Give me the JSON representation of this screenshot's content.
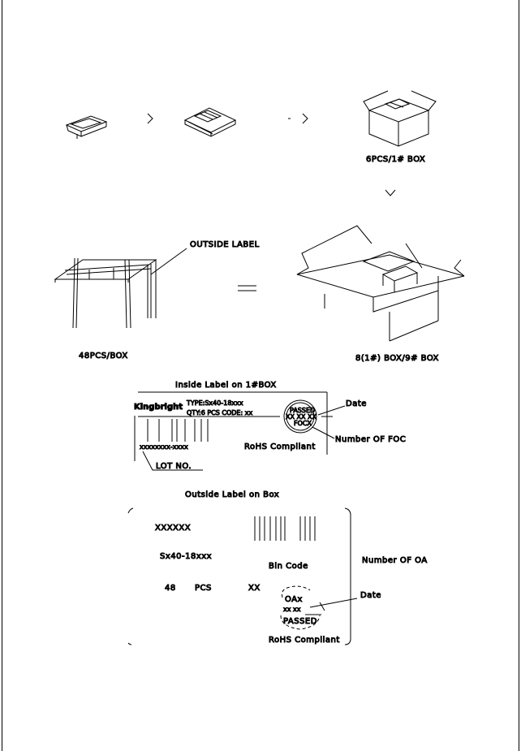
{
  "packing": {
    "box_caption": "6PCS/1# BOX",
    "outside_label_callout": "OUTSIDE LABEL",
    "pcs_per_box": "48PCS/BOX",
    "box_count": "8(1#) BOX/9# BOX"
  },
  "inside_label": {
    "title": "Inside Label on 1#BOX",
    "brand": "Kingbright",
    "type_line": "TYPE:Sx40-18xxx",
    "qty_line": "QTY:6 PCS   CODE: xx",
    "passed_top": "PASSED",
    "passed_mid": "XX XX XX",
    "passed_bottom": "FOCX",
    "date_callout": "Date",
    "foc_callout": "Number OF FOC",
    "rohs": "RoHS Compliant",
    "lot_code": "xxxxxxxx-xxxx",
    "lot_callout": "LOT NO."
  },
  "outside_label": {
    "title": "Outside Label on Box",
    "code": "XXXXXX",
    "part": "Sx40-18xxx",
    "qty_num": "48",
    "qty_unit": "PCS",
    "xx": "XX",
    "bin_code": "Bin Code",
    "oa_callout": "Number OF OA",
    "date_callout": "Date",
    "oax": "OAx",
    "xx_row": "xx  xx",
    "passed": "PASSED",
    "rohs": "RoHS Compliant"
  }
}
